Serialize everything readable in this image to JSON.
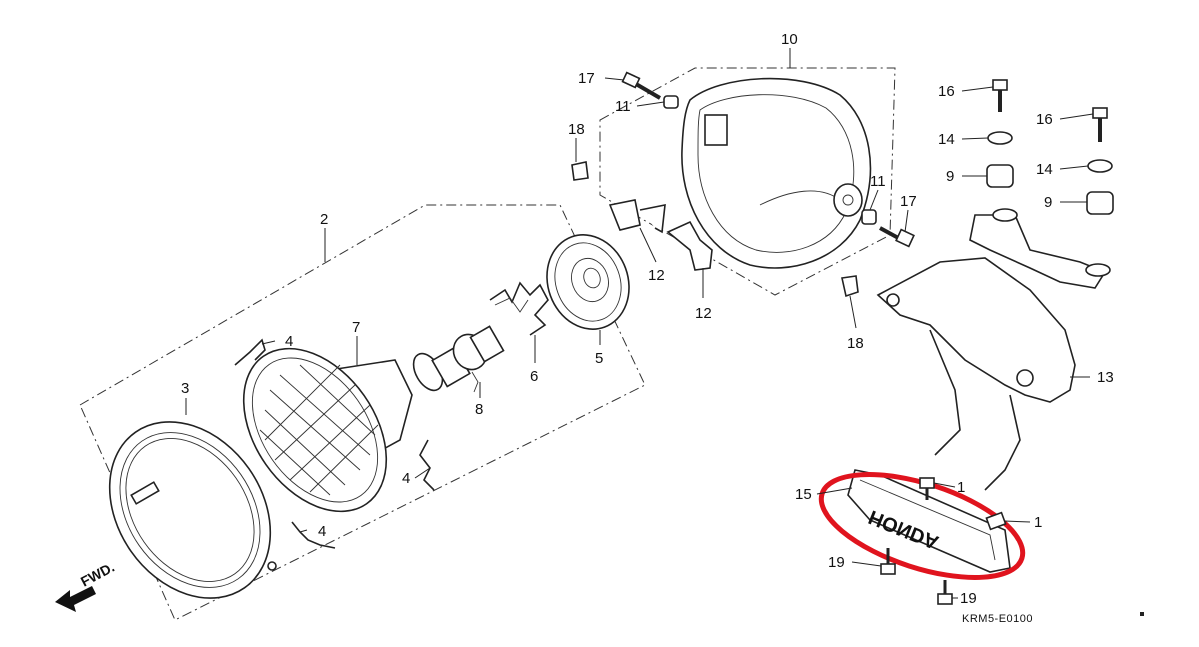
{
  "parts": [
    {
      "id": "p10",
      "label": "10"
    },
    {
      "id": "p17a",
      "label": "17"
    },
    {
      "id": "p11a",
      "label": "11"
    },
    {
      "id": "p18a",
      "label": "18"
    },
    {
      "id": "p11b",
      "label": "11"
    },
    {
      "id": "p17b",
      "label": "17"
    },
    {
      "id": "p12a",
      "label": "12"
    },
    {
      "id": "p12b",
      "label": "12"
    },
    {
      "id": "p18b",
      "label": "18"
    },
    {
      "id": "p2",
      "label": "2"
    },
    {
      "id": "p7",
      "label": "7"
    },
    {
      "id": "p4a",
      "label": "4"
    },
    {
      "id": "p3",
      "label": "3"
    },
    {
      "id": "p8",
      "label": "8"
    },
    {
      "id": "p6",
      "label": "6"
    },
    {
      "id": "p5",
      "label": "5"
    },
    {
      "id": "p4b",
      "label": "4"
    },
    {
      "id": "p4c",
      "label": "4"
    },
    {
      "id": "p16a",
      "label": "16"
    },
    {
      "id": "p14a",
      "label": "14"
    },
    {
      "id": "p9a",
      "label": "9"
    },
    {
      "id": "p16b",
      "label": "16"
    },
    {
      "id": "p14b",
      "label": "14"
    },
    {
      "id": "p9b",
      "label": "9"
    },
    {
      "id": "p13",
      "label": "13"
    },
    {
      "id": "p15",
      "label": "15"
    },
    {
      "id": "p1a",
      "label": "1"
    },
    {
      "id": "p1b",
      "label": "1"
    },
    {
      "id": "p19a",
      "label": "19"
    },
    {
      "id": "p19b",
      "label": "19"
    }
  ],
  "fwd_label": "FWD.",
  "emblem_text": "HONDA",
  "diagram_code": "KRM5-E0100",
  "highlight_color": "#e0141e"
}
